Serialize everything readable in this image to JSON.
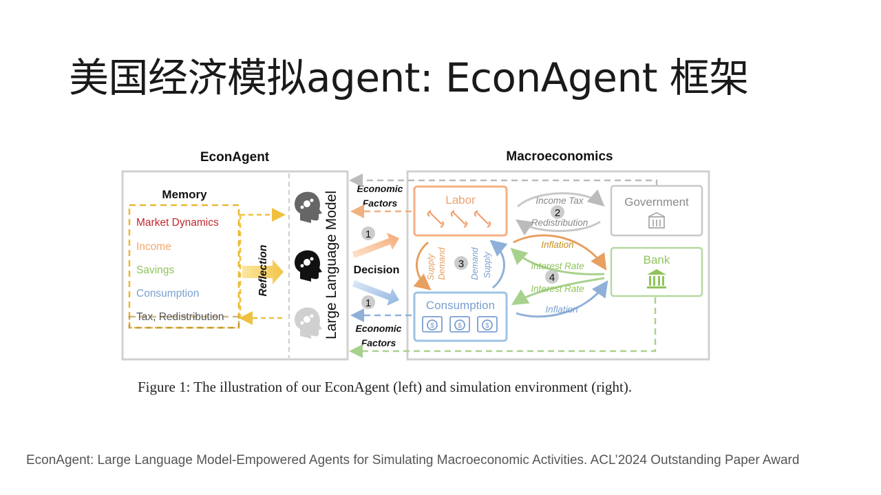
{
  "slide": {
    "title": "美国经济模拟agent: EconAgent 框架",
    "caption": "Figure 1: The illustration of our EconAgent (left) and simulation environment (right).",
    "citation": "EconAgent: Large Language Model-Empowered Agents for Simulating Macroeconomic Activities. ACL’2024 Outstanding Paper Award"
  },
  "diagram": {
    "left_header": "EconAgent",
    "right_header": "Macroeconomics",
    "memory": {
      "title": "Memory",
      "items": [
        "Market Dynamics",
        "Income",
        "Savings",
        "Consumption",
        "Tax, Redistribution"
      ]
    },
    "reflection_label": "Reflection",
    "llm_label": "Large Language Model",
    "economic_factors_top": [
      "Economic",
      "Factors"
    ],
    "economic_factors_bottom": [
      "Economic",
      "Factors"
    ],
    "decision_label": "Decision",
    "step_1a": "1",
    "step_1b": "1",
    "labor_label": "Labor",
    "consumption_label": "Consumption",
    "government_label": "Government",
    "bank_label": "Bank",
    "income_tax_label": "Income Tax",
    "redistribution_label": "Redistribution",
    "step_2": "2",
    "step_3": "3",
    "step_4": "4",
    "supply_left": "Supply",
    "demand_left": "Demand",
    "demand_right": "Demand",
    "supply_right": "Supply",
    "inflation_top": "Inflation",
    "interest_rate_top": "Interest Rate",
    "interest_rate_bottom": "Interest Rate",
    "inflation_bottom": "Inflation",
    "colors": {
      "market_dynamics": "#c0282d",
      "income": "#f0a86a",
      "savings": "#8fc45a",
      "consumption": "#7a9fd0",
      "tax": "#555555",
      "memory_border": "#e8b830",
      "labor": "#f4b084",
      "consumption_box": "#9dc3e6",
      "government": "#b0b0b0",
      "bank": "#a9d18e",
      "frame": "#d0d0d0"
    }
  }
}
